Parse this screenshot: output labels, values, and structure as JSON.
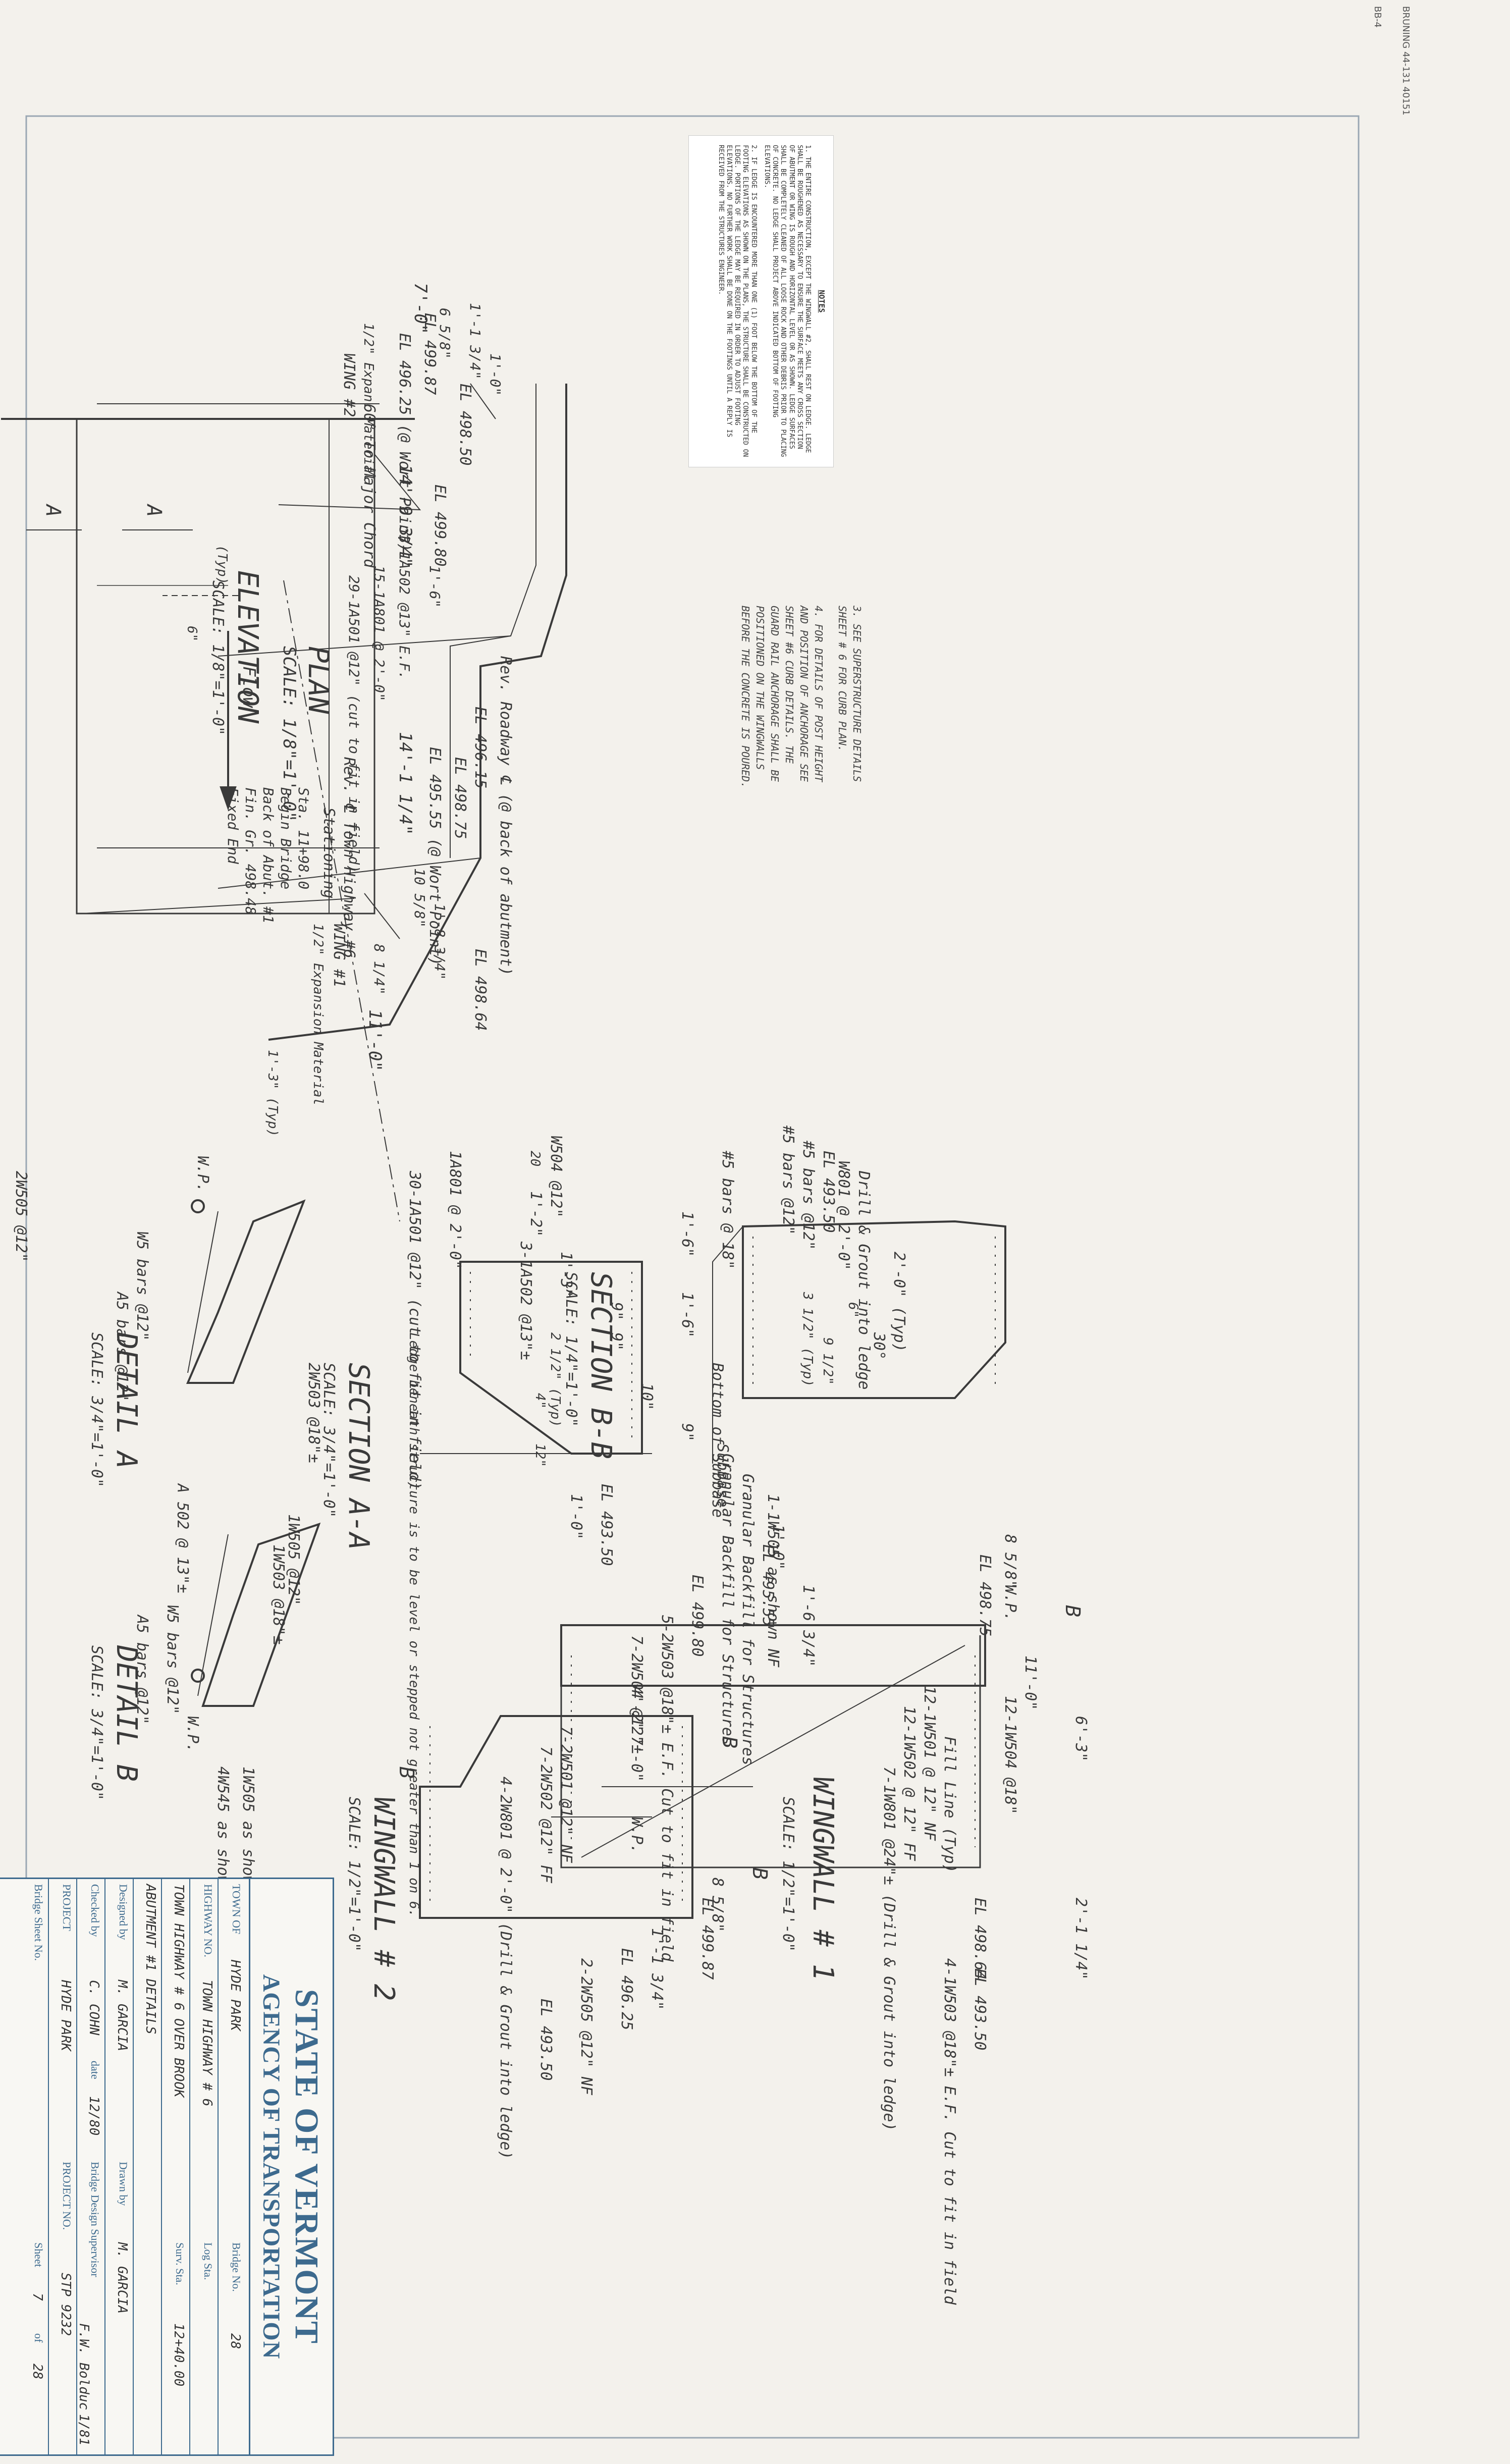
{
  "stamp": "BRUNING 44-131 40151",
  "sheet_mark": "BB-4",
  "notes": {
    "heading": "NOTES",
    "items": [
      "1. THE ENTIRE CONSTRUCTION, EXCEPT THE WINGWALL #2, SHALL REST ON LEDGE. LEDGE SHALL BE ROUGHENED AS NECESSARY TO ENSURE THE SURFACE MEETS ANY CROSS SECTION OF ABUTMENT OR WING IS ROUGH AND HORIZONTAL LEVEL OR AS SHOWN. LEDGE SURFACES SHALL BE COMPLETELY CLEANED OF ALL LOOSE ROCK AND OTHER DEBRIS PRIOR TO PLACING OF CONCRETE. NO LEDGE SHALL PROJECT ABOVE INDICATED BOTTOM OF FOOTING ELEVATIONS.",
      "2. IF LEDGE IS ENCOUNTERED MORE THAN ONE (1) FOOT BELOW THE BOTTOM OF THE FOOTING ELEVATIONS AS SHOWN ON THE PLANS, THE STRUCTURE SHALL BE CONSTRUCTED ON LEDGE. PORTIONS OF THE LEDGE MAY BE REQUIRED IN ORDER TO ADJUST FOOTING ELEVATIONS. NO FURTHER WORK SHALL BE DONE ON THE FOOTINGS UNTIL A REPLY IS RECEIVED FROM THE STRUCTURES ENGINEER."
    ],
    "hand_notes": [
      "3. SEE SUPERSTRUCTURE DETAILS SHEET # 6 FOR CURB PLAN.",
      "4. FOR DETAILS OF POST HEIGHT AND POSITION OF ANCHORAGE SEE SHEET #6 CURB DETAILS. THE GUARD RAIL ANCHORAGE SHALL BE POSITIONED ON THE WINGWALLS BEFORE THE CONCRETE IS POURED."
    ]
  },
  "plan": {
    "title": "PLAN",
    "scale": "SCALE: 1/8\"=1'-0\"",
    "dims": [
      "7'-0\"",
      "6 5/8\"",
      "1'-1 3/4\"",
      "1'-0\"",
      "14'-9 3/4\"",
      "1'-6\"",
      "14'-1 1/4\"",
      "10 5/8\"",
      "1'-8 3/4\"",
      "8 1/4\"",
      "11'-0\"",
      "(Typ)",
      "1'-3\" (Typ)",
      "6\""
    ],
    "labels": [
      "1/2\" Expan. Material",
      "WING #2",
      "60° To Major Chord",
      "Flow",
      "Sta. 11+98.0",
      "Begin Bridge",
      "Back of Abut. #1",
      "Fin. Gr. 498.48",
      "Fixed End",
      "WING #1",
      "1/2\" Expansion Material",
      "Rev. ℄ Town Highway #6",
      "Stationing"
    ]
  },
  "elevation": {
    "title": "ELEVATION",
    "scale": "SCALE: 1/8\"=1'-0\"",
    "labels": [
      "EL 499.87",
      "EL 496.25 (@ Wort Point)",
      "EL 498.50",
      "EL 499.80",
      "3-1A502 @13\" E.F.",
      "15-1A801 @ 2'-0\"",
      "29-1A501 @12\" (cut to fit in field)",
      "EL 496.15",
      "EL 498.75",
      "EL 495.55 (@ Wort Point)",
      "Rev. Roadway ℄ (@ back of abutment)",
      "EL 498.64",
      "A",
      "A"
    ]
  },
  "section_bb": {
    "title": "SECTION B-B",
    "scale": "SCALE: 1/4\"=1'-0\"",
    "labels": [
      "W504 @12\"",
      "1'-2\"",
      "#5 bars @ 18\"",
      "1'-6\"",
      "#5 bars @12\"",
      "#5 bars @12\"",
      "EL 493.50",
      "W801 @ 2'-0\"",
      "Drill & Grout into ledge",
      "2'-0\" (Typ)",
      "30°",
      "10\"",
      "9\"",
      "Subbase",
      "Granular Backfill for Structures",
      "1-1W505 as shown NF",
      "1'-0\"",
      "EL 495.55",
      "1'-6 3/4\"",
      "6\"",
      "9 1/2\"",
      "3 1/2\" (Typ)"
    ]
  },
  "section_aa": {
    "title": "SECTION A-A",
    "scale": "SCALE: 3/4\"=1'-0\"",
    "labels": [
      "1A801 @ 2'-0\"",
      "30-1A501 @12\" (cut to fit in field)",
      "3-1A502 @13\"±",
      "1'-3\"",
      "9\"",
      "9\"",
      "1'-6\"",
      "Bottom of Subbase",
      "Granular Backfill for Structures",
      "Ledge beneath structure is to be level or stepped not greater than 1 on 6.",
      "EL 493.50",
      "1'-0\"",
      "2 1/2\" (Typ)",
      "4\"",
      "12\"",
      "20"
    ]
  },
  "wingwall1": {
    "title": "WINGWALL # 1",
    "scale": "SCALE: 1/2\"=1'-0\"",
    "labels": [
      "8 5/8\"",
      "EL 498.75",
      "W.P.",
      "6'-3\"",
      "2'-1 1/4\"",
      "11'-0\"",
      "12-1W504 @18\"",
      "12-1W501 @ 12\" NF",
      "12-1W502 @ 12\" FF",
      "Fill Line (Typ)",
      "7-1W801 @24\"± (Drill & Grout into ledge)",
      "4-1W503 @18\"± E.F. Cut to fit in field",
      "EL 498.64",
      "EL 493.50",
      "B",
      "B"
    ]
  },
  "wingwall2": {
    "title": "WINGWALL # 2",
    "scale": "SCALE: 1/2\"=1'-0\"",
    "labels": [
      "EL 499.80",
      "5-2W503 @18\"± E.F. Cut to fit in field",
      "7-2W504 @12\"±",
      "4'-2\"",
      "7'-0\"",
      "W.P.",
      "8 5/8\"",
      "EL 499.87",
      "1'-1 3/4\"",
      "EL 496.25",
      "2-2W505 @12\" NF",
      "7-2W501 @12\" NF",
      "7-2W502 @12\" FF",
      "4-2W801 @ 2'-0\" (Drill & Grout into ledge)",
      "EL 493.50",
      "B",
      "B"
    ]
  },
  "detail_a": {
    "title": "DETAIL A",
    "scale": "SCALE: 3/4\"=1'-0\"",
    "labels": [
      "W.P.",
      "W5 bars @12\"",
      "2W505 @12\"",
      "A5 bars @12\"",
      "2W503 @18\"±"
    ]
  },
  "detail_b": {
    "title": "DETAIL B",
    "scale": "SCALE: 3/4\"=1'-0\"",
    "labels": [
      "A 502 @ 13\"±",
      "1W503 @18\"±",
      "1W505 @12\"",
      "W5 bars @12\"",
      "A5 bars @12\"",
      "W.P.",
      "1W505 as shown",
      "4W545 as shown"
    ]
  },
  "title_block": {
    "state": "STATE OF VERMONT",
    "agency": "AGENCY OF TRANSPORTATION",
    "town_label": "TOWN OF",
    "town": "HYDE PARK",
    "bridge_no_label": "Bridge No.",
    "bridge_no": "28",
    "highway_label": "HIGHWAY NO.",
    "highway": "TOWN HIGHWAY # 6",
    "log_sta_label": "Log Sta.",
    "surv_sta_label": "Surv. Sta.",
    "surv_sta": "12+40.00",
    "description_1": "TOWN HIGHWAY # 6 OVER BROOK",
    "description_2": "ABUTMENT #1 DETAILS",
    "designed_label": "Designed by",
    "designed": "M. GARCIA",
    "drawn_label": "Drawn by",
    "drawn": "M. GARCIA",
    "checked_label": "Checked by",
    "checked": "C. COHN",
    "date_label": "date",
    "date": "12/80",
    "supervisor_label": "Bridge Design Supervisor",
    "supervisor": "F.W. Bolduc",
    "sup_date": "1/81",
    "project_label": "PROJECT",
    "project": "HYDE PARK",
    "project_no_label": "PROJECT NO.",
    "project_no": "STP 9232",
    "sheet_no_label": "Bridge Sheet No.",
    "sheet_label": "Sheet",
    "sheet": "7",
    "of_label": "of",
    "of": "28"
  }
}
